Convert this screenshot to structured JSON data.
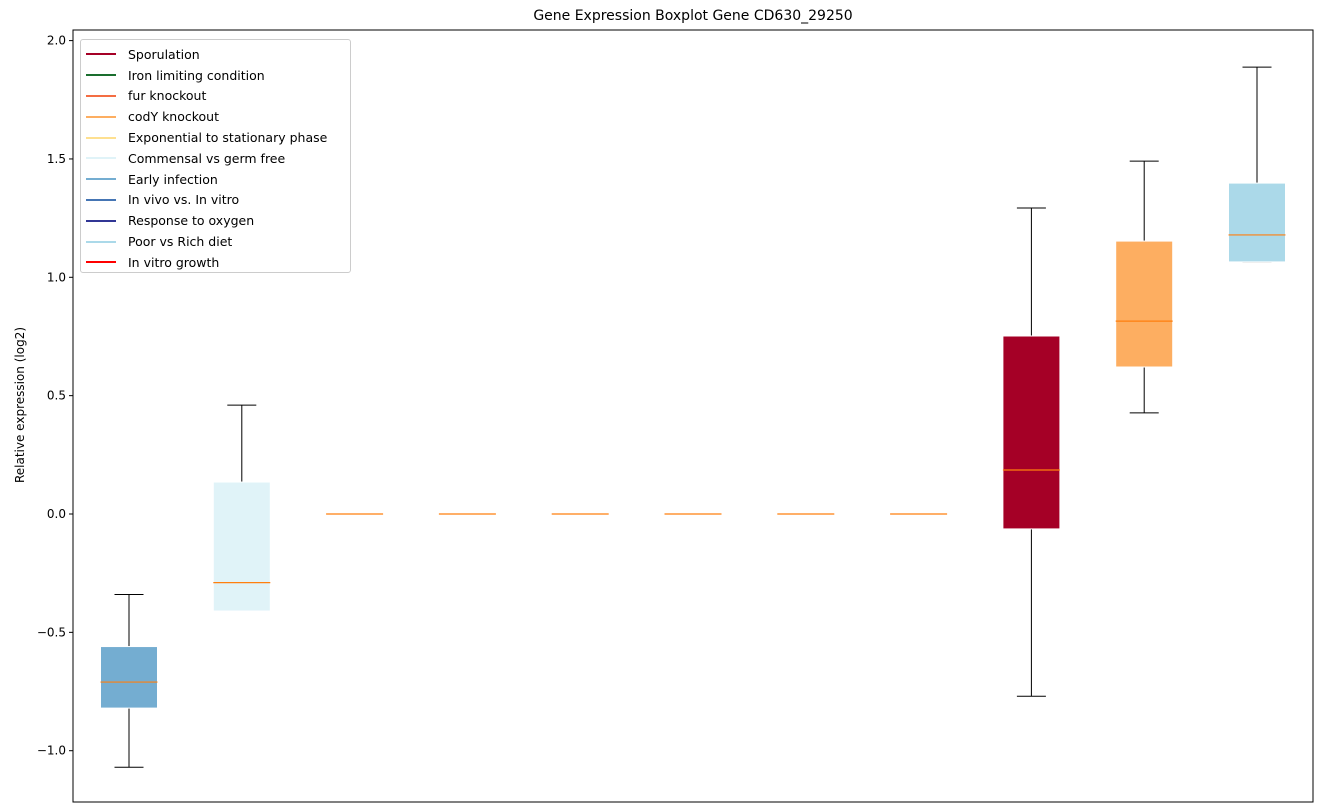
{
  "chart_data": {
    "type": "boxplot",
    "title": "Gene Expression Boxplot Gene CD630_29250",
    "xlabel": "",
    "ylabel": "Relative expression (log2)",
    "ylim": [
      -1.22,
      2.05
    ],
    "yticks": [
      -1.0,
      -0.5,
      0.0,
      0.5,
      1.0,
      1.5,
      2.0
    ],
    "ytick_labels": [
      "−1.0",
      "−0.5",
      "0.0",
      "0.5",
      "1.0",
      "1.5",
      "2.0"
    ],
    "legend_placement": "top-left",
    "legend": [
      {
        "label": "Sporulation",
        "color": "#a50026"
      },
      {
        "label": "Iron limiting condition",
        "color": "#1a6e2e"
      },
      {
        "label": "fur knockout",
        "color": "#f46d43"
      },
      {
        "label": "codY knockout",
        "color": "#fdae61"
      },
      {
        "label": "Exponential to stationary phase",
        "color": "#fee090"
      },
      {
        "label": "Commensal vs germ free",
        "color": "#e0f3f8"
      },
      {
        "label": "Early infection",
        "color": "#74add1"
      },
      {
        "label": "In vivo vs. In vitro",
        "color": "#4575b4"
      },
      {
        "label": "Response to oxygen",
        "color": "#313695"
      },
      {
        "label": "Poor vs Rich diet",
        "color": "#abd9e9"
      },
      {
        "label": "In vitro growth",
        "color": "#ff0000"
      }
    ],
    "boxes": [
      {
        "color": "#74add1",
        "whislo": -1.07,
        "q1": -0.82,
        "med": -0.71,
        "q3": -0.56,
        "whishi": -0.34
      },
      {
        "color": "#e0f3f8",
        "whislo": -0.41,
        "q1": -0.41,
        "med": -0.29,
        "q3": 0.135,
        "whishi": 0.46
      },
      {
        "color": "#fee090",
        "whislo": 0,
        "q1": 0,
        "med": 0,
        "q3": 0,
        "whishi": 0
      },
      {
        "color": "#fee090",
        "whislo": 0,
        "q1": 0,
        "med": 0,
        "q3": 0,
        "whishi": 0
      },
      {
        "color": "#fee090",
        "whislo": 0,
        "q1": 0,
        "med": 0,
        "q3": 0,
        "whishi": 0
      },
      {
        "color": "#fee090",
        "whislo": 0,
        "q1": 0,
        "med": 0,
        "q3": 0,
        "whishi": 0
      },
      {
        "color": "#fee090",
        "whislo": 0,
        "q1": 0,
        "med": 0,
        "q3": 0,
        "whishi": 0
      },
      {
        "color": "#fee090",
        "whislo": 0,
        "q1": 0,
        "med": 0,
        "q3": 0,
        "whishi": 0
      },
      {
        "color": "#a50026",
        "whislo": -0.77,
        "q1": -0.063,
        "med": 0.186,
        "q3": 0.752,
        "whishi": 1.293
      },
      {
        "color": "#fdae61",
        "whislo": 0.427,
        "q1": 0.621,
        "med": 0.815,
        "q3": 1.153,
        "whishi": 1.491
      },
      {
        "color": "#abd9e9",
        "whislo": 1.065,
        "q1": 1.065,
        "med": 1.179,
        "q3": 1.398,
        "whishi": 1.888
      }
    ],
    "median_color": "#ff7f0e"
  }
}
